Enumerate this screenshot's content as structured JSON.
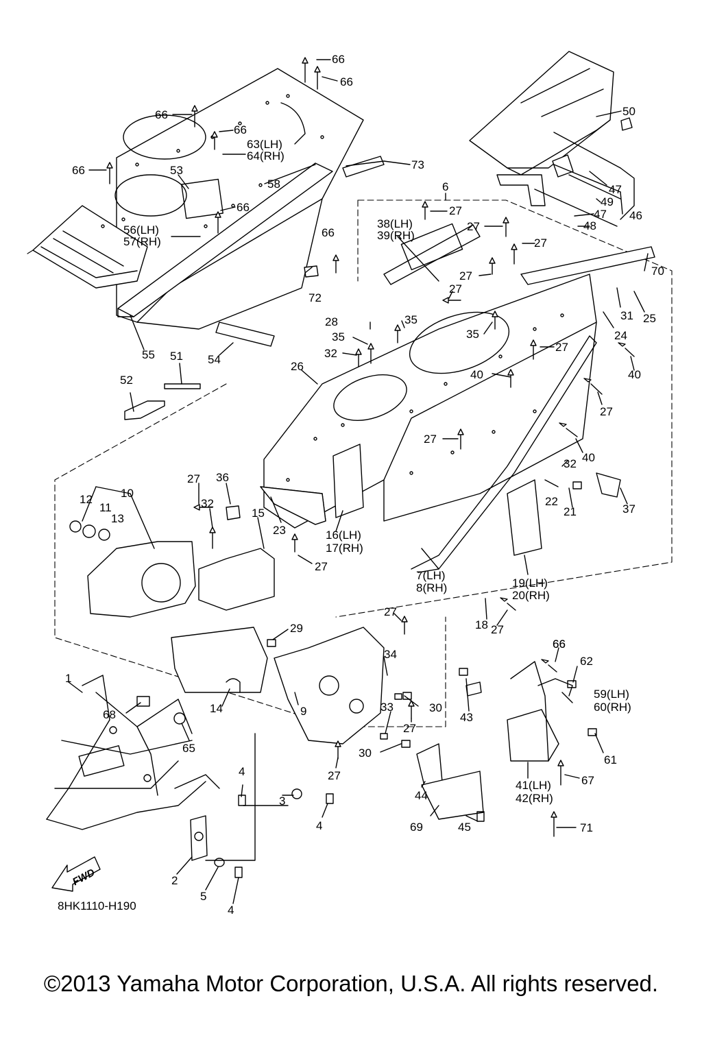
{
  "diagram": {
    "code": "8HK1110-H190",
    "fwd_badge": "FWD",
    "callouts": [
      {
        "id": "c66a",
        "text": "66"
      },
      {
        "id": "c66b",
        "text": "66"
      },
      {
        "id": "c66c",
        "text": "66"
      },
      {
        "id": "c66d",
        "text": "66"
      },
      {
        "id": "c66e",
        "text": "66"
      },
      {
        "id": "c66f",
        "text": "66"
      },
      {
        "id": "c66g",
        "text": "66"
      },
      {
        "id": "c66h",
        "text": "66"
      },
      {
        "id": "c63",
        "text": "63(LH)"
      },
      {
        "id": "c64",
        "text": "64(RH)"
      },
      {
        "id": "c73",
        "text": "73"
      },
      {
        "id": "c53",
        "text": "53"
      },
      {
        "id": "c58",
        "text": "58"
      },
      {
        "id": "c56",
        "text": "56(LH)"
      },
      {
        "id": "c57",
        "text": "57(RH)"
      },
      {
        "id": "c72",
        "text": "72"
      },
      {
        "id": "c55",
        "text": "55"
      },
      {
        "id": "c51",
        "text": "51"
      },
      {
        "id": "c54",
        "text": "54"
      },
      {
        "id": "c52",
        "text": "52"
      },
      {
        "id": "c26",
        "text": "26"
      },
      {
        "id": "c50",
        "text": "50"
      },
      {
        "id": "c47a",
        "text": "47"
      },
      {
        "id": "c49",
        "text": "49"
      },
      {
        "id": "c47b",
        "text": "47"
      },
      {
        "id": "c46",
        "text": "46"
      },
      {
        "id": "c48",
        "text": "48"
      },
      {
        "id": "c6",
        "text": "6"
      },
      {
        "id": "c27a",
        "text": "27"
      },
      {
        "id": "c38",
        "text": "38(LH)"
      },
      {
        "id": "c39",
        "text": "39(RH)"
      },
      {
        "id": "c27b",
        "text": "27"
      },
      {
        "id": "c27c",
        "text": "27"
      },
      {
        "id": "c70",
        "text": "70"
      },
      {
        "id": "c27d",
        "text": "27"
      },
      {
        "id": "c27e",
        "text": "27"
      },
      {
        "id": "c31",
        "text": "31"
      },
      {
        "id": "c25",
        "text": "25"
      },
      {
        "id": "c24",
        "text": "24"
      },
      {
        "id": "c28",
        "text": "28"
      },
      {
        "id": "c35a",
        "text": "35"
      },
      {
        "id": "c35b",
        "text": "35"
      },
      {
        "id": "c35c",
        "text": "35"
      },
      {
        "id": "c32a",
        "text": "32"
      },
      {
        "id": "c27f",
        "text": "27"
      },
      {
        "id": "c40a",
        "text": "40"
      },
      {
        "id": "c40b",
        "text": "40"
      },
      {
        "id": "c27g",
        "text": "27"
      },
      {
        "id": "c27h",
        "text": "27"
      },
      {
        "id": "c40c",
        "text": "40"
      },
      {
        "id": "c32b",
        "text": "32"
      },
      {
        "id": "c22",
        "text": "22"
      },
      {
        "id": "c21",
        "text": "21"
      },
      {
        "id": "c37",
        "text": "37"
      },
      {
        "id": "c10",
        "text": "10"
      },
      {
        "id": "c12",
        "text": "12"
      },
      {
        "id": "c11",
        "text": "11"
      },
      {
        "id": "c13",
        "text": "13"
      },
      {
        "id": "c27i",
        "text": "27"
      },
      {
        "id": "c36",
        "text": "36"
      },
      {
        "id": "c15",
        "text": "15"
      },
      {
        "id": "c32c",
        "text": "32"
      },
      {
        "id": "c23",
        "text": "23"
      },
      {
        "id": "c16",
        "text": "16(LH)"
      },
      {
        "id": "c17",
        "text": "17(RH)"
      },
      {
        "id": "c27j",
        "text": "27"
      },
      {
        "id": "c7",
        "text": "7(LH)"
      },
      {
        "id": "c8",
        "text": "8(RH)"
      },
      {
        "id": "c19",
        "text": "19(LH)"
      },
      {
        "id": "c20",
        "text": "20(RH)"
      },
      {
        "id": "c18",
        "text": "18"
      },
      {
        "id": "c27k",
        "text": "27"
      },
      {
        "id": "c27l",
        "text": "27"
      },
      {
        "id": "c29",
        "text": "29"
      },
      {
        "id": "c34",
        "text": "34"
      },
      {
        "id": "c66i",
        "text": "66"
      },
      {
        "id": "c62",
        "text": "62"
      },
      {
        "id": "c59",
        "text": "59(LH)"
      },
      {
        "id": "c60",
        "text": "60(RH)"
      },
      {
        "id": "c1",
        "text": "1"
      },
      {
        "id": "c68",
        "text": "68"
      },
      {
        "id": "c14",
        "text": "14"
      },
      {
        "id": "c9",
        "text": "9"
      },
      {
        "id": "c30a",
        "text": "30"
      },
      {
        "id": "c43",
        "text": "43"
      },
      {
        "id": "c33",
        "text": "33"
      },
      {
        "id": "c27m",
        "text": "27"
      },
      {
        "id": "c61",
        "text": "61"
      },
      {
        "id": "c65",
        "text": "65"
      },
      {
        "id": "c30b",
        "text": "30"
      },
      {
        "id": "c27n",
        "text": "27"
      },
      {
        "id": "c67",
        "text": "67"
      },
      {
        "id": "c4a",
        "text": "4"
      },
      {
        "id": "c44",
        "text": "44"
      },
      {
        "id": "c41",
        "text": "41(LH)"
      },
      {
        "id": "c42",
        "text": "42(RH)"
      },
      {
        "id": "c3",
        "text": "3"
      },
      {
        "id": "c4b",
        "text": "4"
      },
      {
        "id": "c69",
        "text": "69"
      },
      {
        "id": "c45",
        "text": "45"
      },
      {
        "id": "c71",
        "text": "71"
      },
      {
        "id": "c2",
        "text": "2"
      },
      {
        "id": "c5",
        "text": "5"
      },
      {
        "id": "c4c",
        "text": "4"
      }
    ]
  },
  "footer": {
    "copyright": "©2013 Yamaha Motor Corporation, U.S.A. All rights reserved."
  }
}
